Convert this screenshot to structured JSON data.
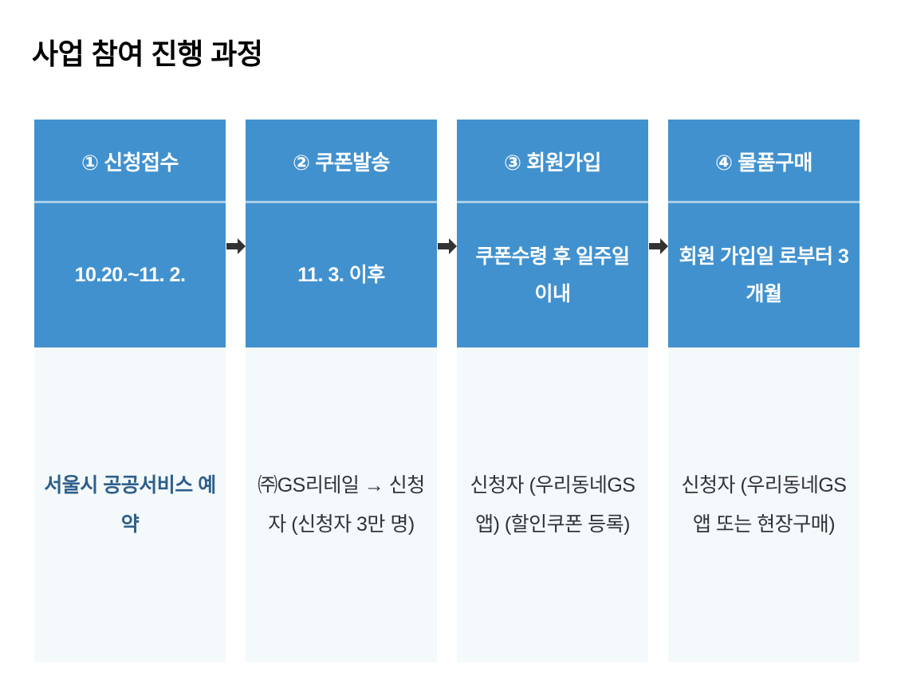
{
  "page": {
    "title": "사업 참여 진행 과정",
    "background_color": "#ffffff"
  },
  "colors": {
    "header_blue": "#4191cf",
    "divider_blue": "#a8cfe8",
    "body_background": "#f4f9fc",
    "body_text": "#2f3337",
    "accent_text": "#2e5f8a",
    "arrow": "#333333",
    "title_text": "#000000"
  },
  "arrow_icon": "arrow-right-icon",
  "steps": [
    {
      "id": "step-1",
      "header": "① 신청접수",
      "period": "10.20.~11. 2.",
      "body": "서울시 공공서비스 예약",
      "body_style": "accent"
    },
    {
      "id": "step-2",
      "header": "② 쿠폰발송",
      "period": "11. 3. 이후",
      "body": "㈜GS리테일 → 신청자 (신청자 3만 명)",
      "body_style": "normal"
    },
    {
      "id": "step-3",
      "header": "③ 회원가입",
      "period": "쿠폰수령 후 일주일 이내",
      "body": "신청자 (우리동네GS 앱) (할인쿠폰 등록)",
      "body_style": "normal"
    },
    {
      "id": "step-4",
      "header": "④ 물품구매",
      "period": "회원 가입일 로부터 3개월",
      "body": "신청자 (우리동네GS 앱 또는 현장구매)",
      "body_style": "normal"
    }
  ]
}
